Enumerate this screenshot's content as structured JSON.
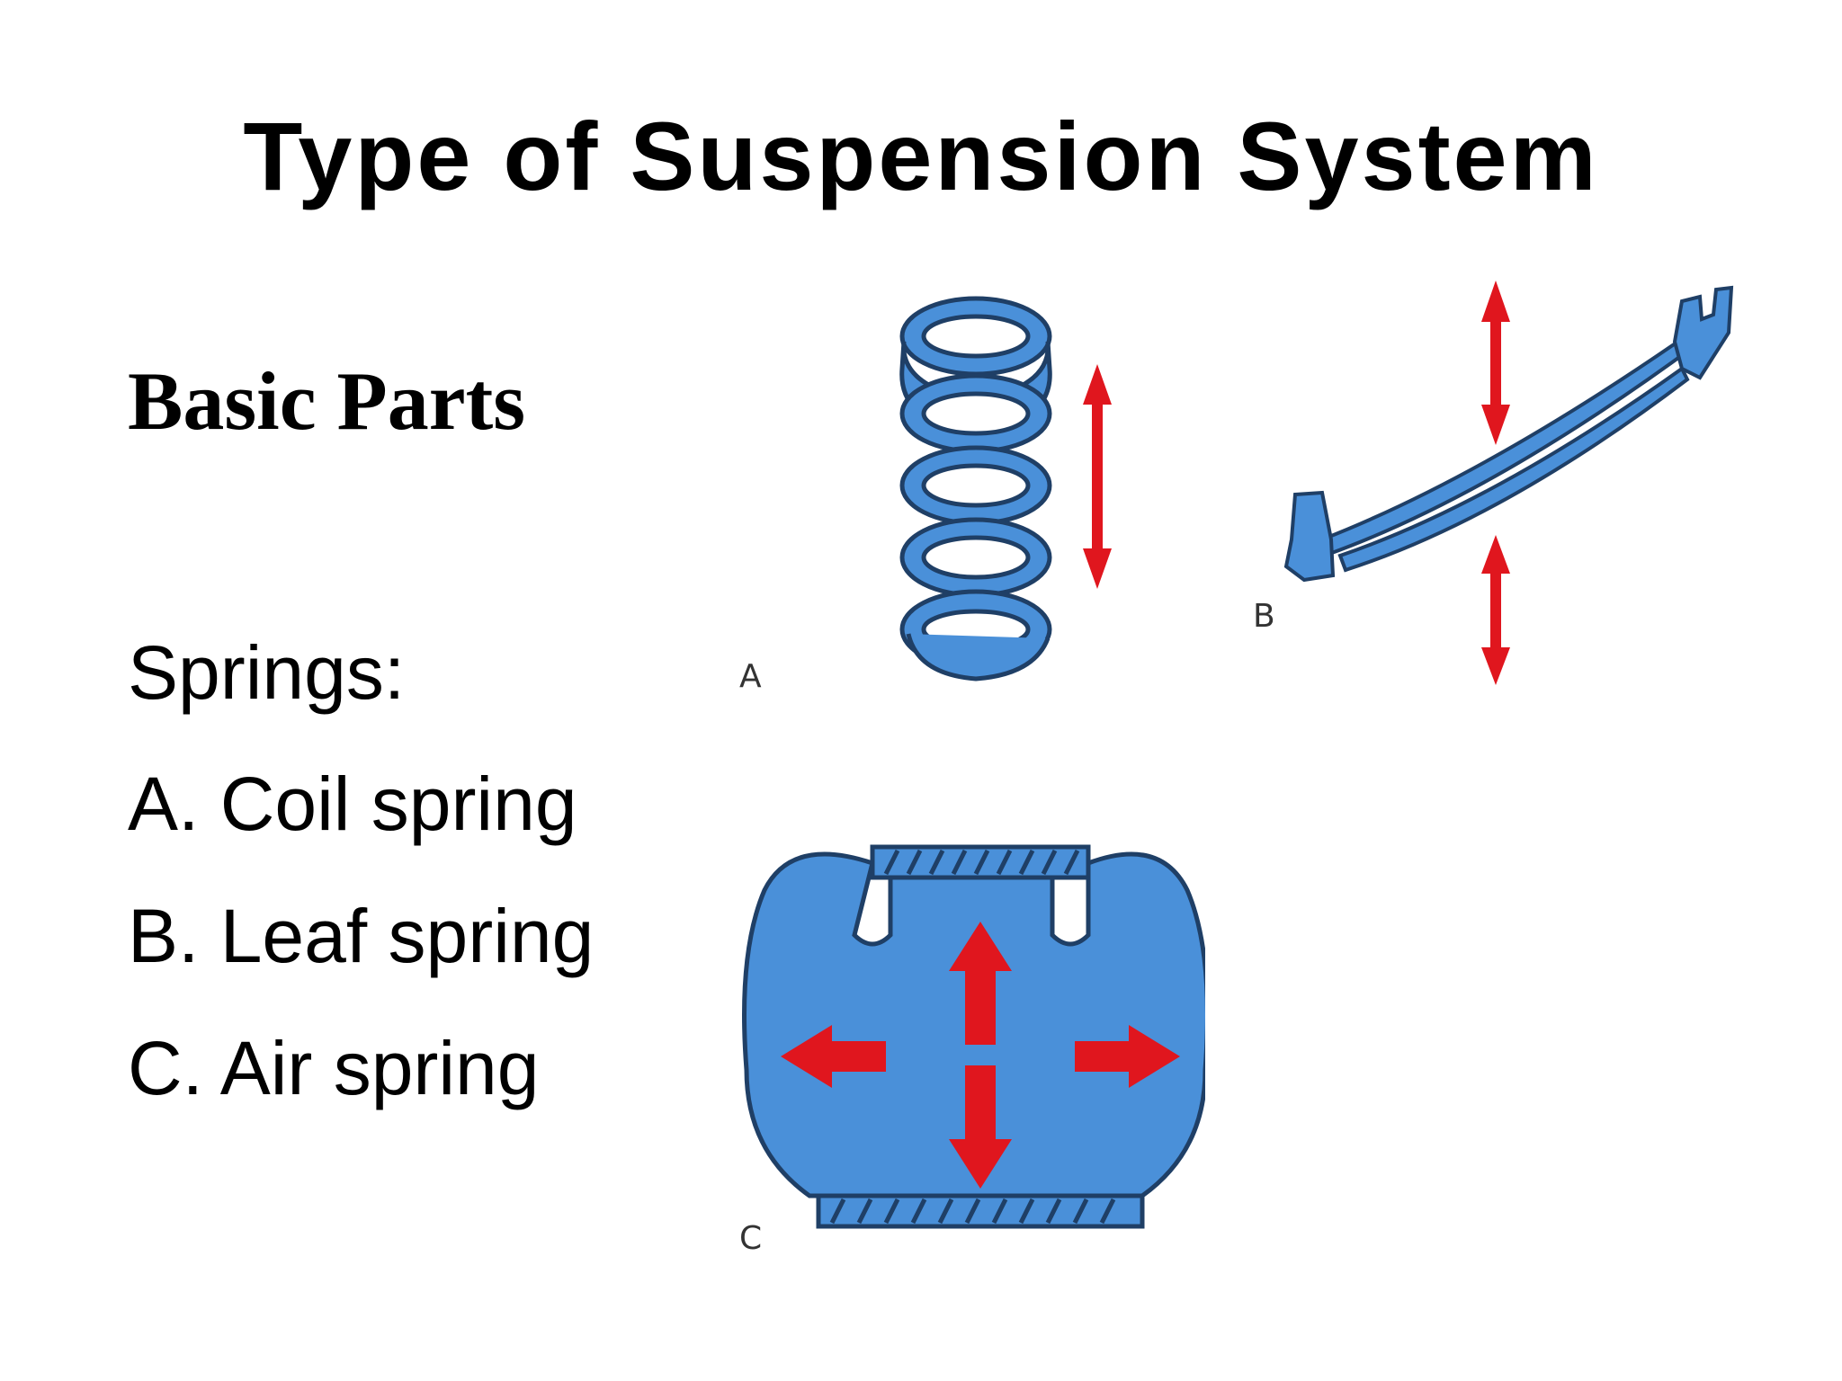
{
  "slide": {
    "title": "Type of Suspension System",
    "subheading": "Basic Parts",
    "springs_label": "Springs:",
    "items": [
      "A. Coil spring",
      "B. Leaf spring",
      "C. Air spring"
    ]
  },
  "figures": {
    "coil": {
      "label": "A",
      "icon": "coil-spring-icon"
    },
    "leaf": {
      "label": "B",
      "icon": "leaf-spring-icon"
    },
    "air": {
      "label": "C",
      "icon": "air-spring-icon"
    }
  },
  "colors": {
    "spring_blue": "#4a90d9",
    "outline": "#1f3f66",
    "arrow_red": "#e0161e"
  }
}
